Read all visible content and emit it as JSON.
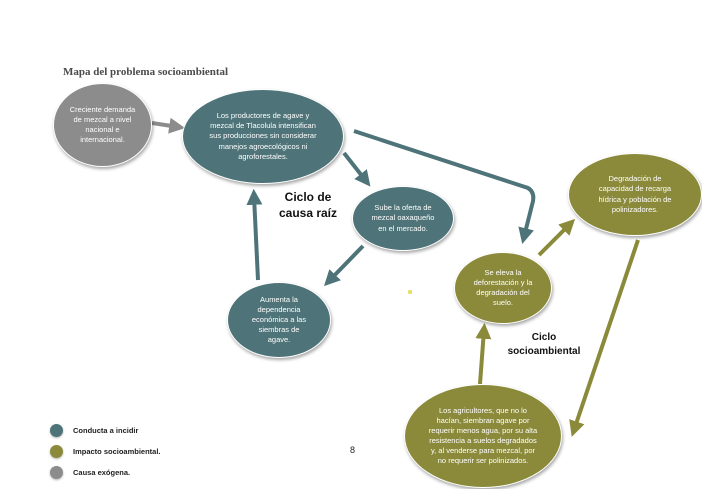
{
  "title": "Mapa del problema socioambiental",
  "colors": {
    "conducta": "#4e7479",
    "impacto": "#8b8a3a",
    "causa": "#8c8c8c"
  },
  "nodes": {
    "demand": "Creciente demanda de mezcal a nivel nacional e internacional.",
    "producers": "Los productores de agave y mezcal de Tlacolula intensifican sus producciones sin considerar manejos agroecológicos ni agroforestales.",
    "supply": "Sube la oferta de mezcal oaxaqueño en el mercado.",
    "dependency": "Aumenta la dependencia económica a las siembras de agave.",
    "deforestation": "Se eleva la deforestación y la degradación del suelo.",
    "recharge": "Degradación de capacidad de recarga hídrica y población de polinizadores.",
    "farmers": "Los agricultores, que no lo hacían, siembran agave por requerir menos agua, por su alta resistencia a suelos degradados y, al venderse para mezcal, por no requerir ser polinizados."
  },
  "labels": {
    "root_cycle": "Ciclo de causa raíz",
    "socio_cycle": "Ciclo socioambiental"
  },
  "legend": [
    {
      "label": "Conducta a incidir",
      "color": "#4e7479"
    },
    {
      "label": "Impacto socioambiental.",
      "color": "#8b8a3a"
    },
    {
      "label": "Causa exógena.",
      "color": "#8c8c8c"
    }
  ],
  "page_number": "8"
}
